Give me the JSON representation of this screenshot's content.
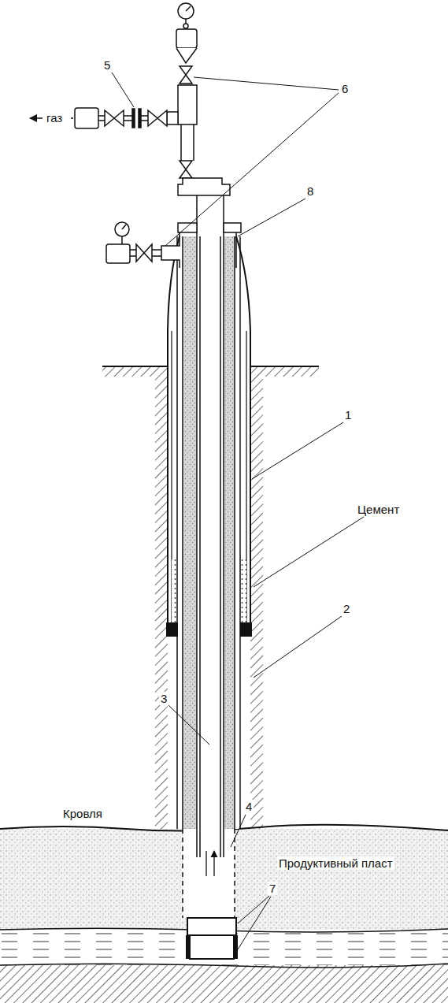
{
  "diagram": {
    "labels": [
      "5",
      "6",
      "газ",
      "8",
      "1",
      "Цемент",
      "2",
      "3",
      "Кровля",
      "4",
      "Продуктивный пласт",
      "7"
    ]
  }
}
